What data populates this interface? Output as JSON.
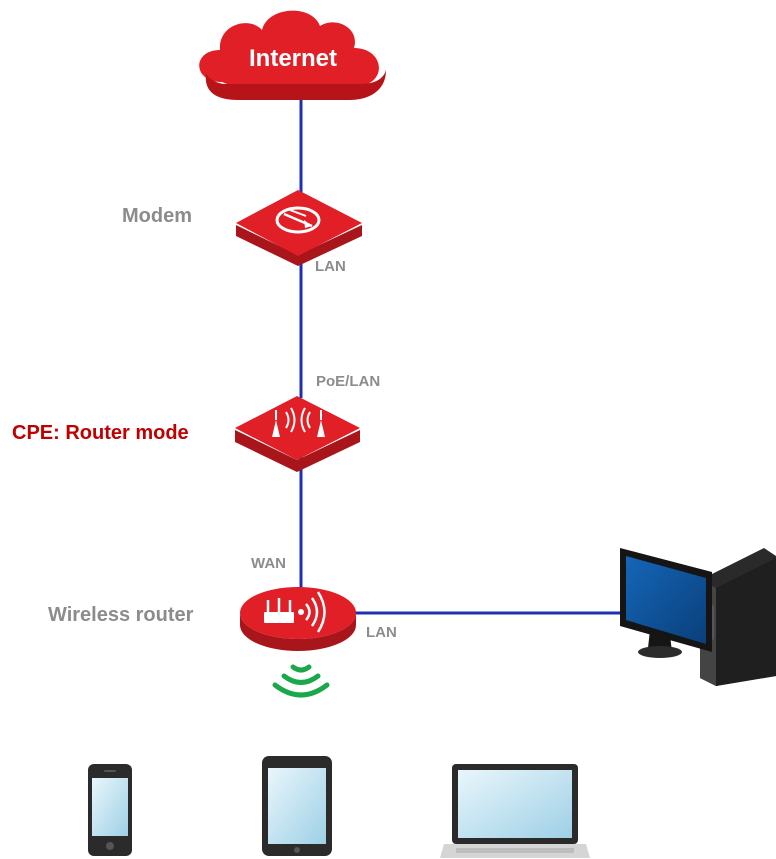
{
  "colors": {
    "link": "#1c2fb5",
    "device_red": "#e01f26",
    "label_gray": "#8c8c8c",
    "highlight_red": "#c00000",
    "wifi_green": "#1aa84a"
  },
  "nodes": {
    "internet": {
      "label": "Internet",
      "icon": "cloud-icon"
    },
    "modem": {
      "label": "Modem",
      "port_label": "LAN",
      "icon": "modem-icon"
    },
    "cpe": {
      "label": "CPE: Router mode",
      "port_label": "PoE/LAN",
      "icon": "cpe-icon"
    },
    "router": {
      "label": "Wireless router",
      "wan_label": "WAN",
      "lan_label": "LAN",
      "icon": "wireless-router-icon"
    },
    "desktop": {
      "icon": "desktop-computer-icon"
    },
    "clients": [
      {
        "icon": "smartphone-icon"
      },
      {
        "icon": "tablet-icon"
      },
      {
        "icon": "laptop-icon"
      }
    ],
    "wifi": {
      "icon": "wifi-signal-icon"
    }
  }
}
